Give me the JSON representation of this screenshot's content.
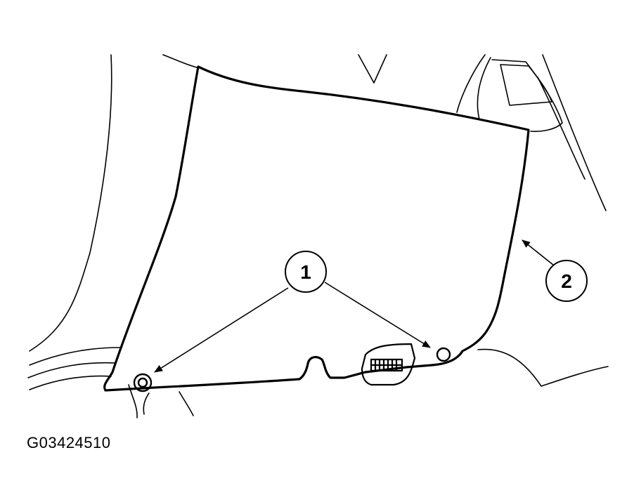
{
  "callouts": {
    "fastener": "1",
    "trim_panel": "2"
  },
  "figure_id": "G03424510",
  "colors": {
    "line": "#000000",
    "background": "#ffffff"
  }
}
